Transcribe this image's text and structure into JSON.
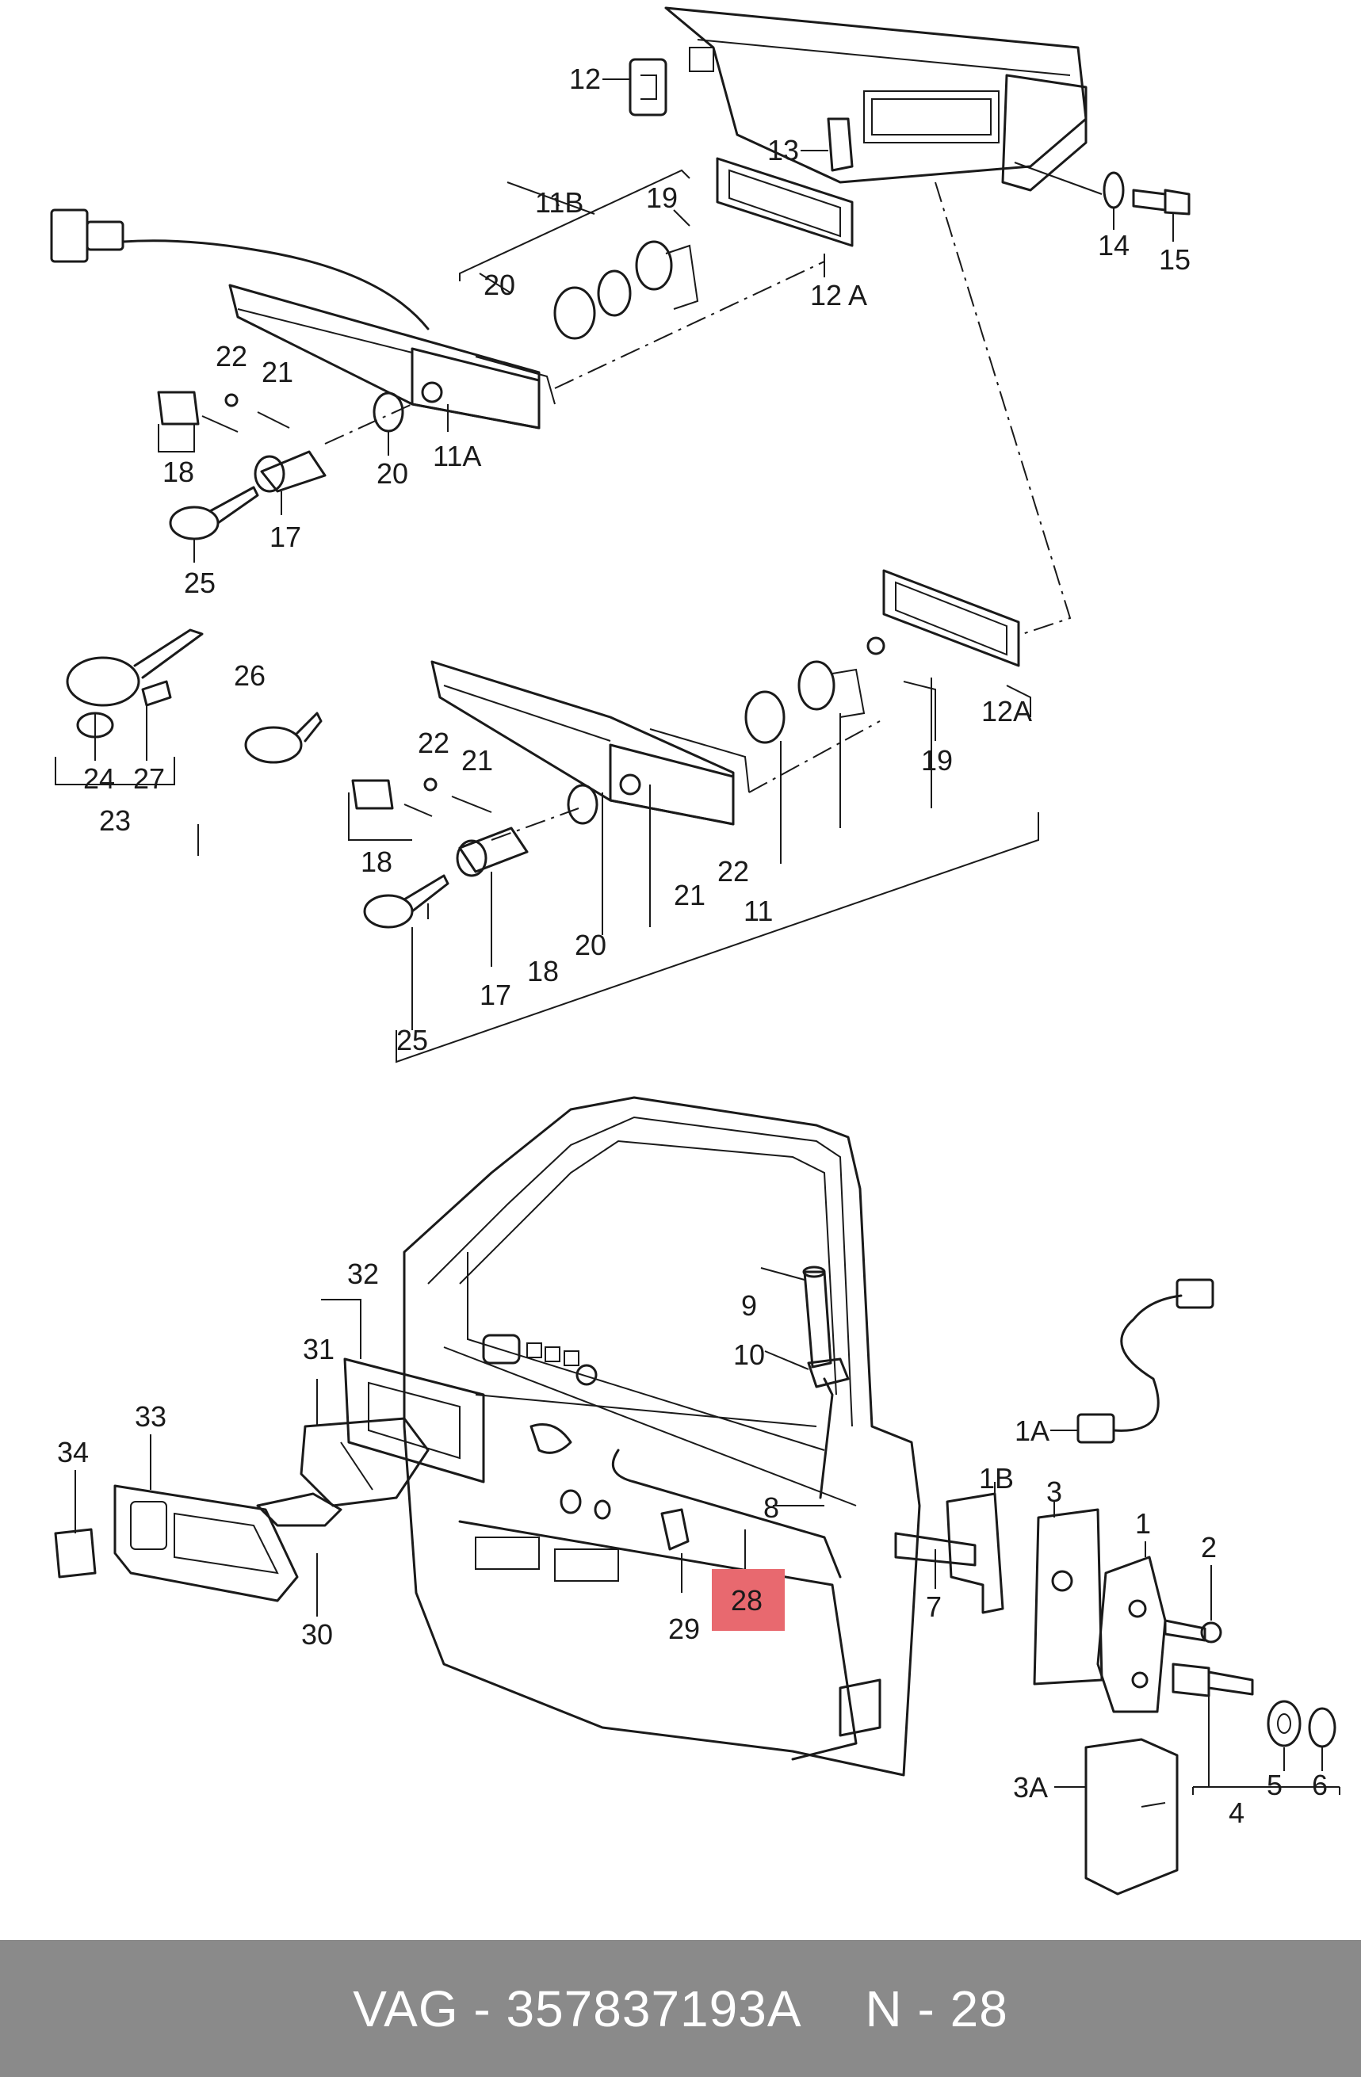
{
  "callouts": {
    "c12": "12",
    "c13": "13",
    "c11B": "11B",
    "c19a": "19",
    "c20a": "20",
    "c12Aa": "12 A",
    "c14": "14",
    "c15": "15",
    "c22a": "22",
    "c21a": "21",
    "c18a": "18",
    "c20b": "20",
    "c11A": "11A",
    "c17a": "17",
    "c25a": "25",
    "c26": "26",
    "c24": "24",
    "c27": "27",
    "c23": "23",
    "c12Ab": "12A",
    "c19b": "19",
    "c22b": "22",
    "c21b": "21",
    "c18b": "18",
    "c21c": "21",
    "c22c": "22",
    "c11": "11",
    "c20c": "20",
    "c17b": "17",
    "c18c": "18",
    "c25b": "25",
    "c32": "32",
    "c31": "31",
    "c33": "33",
    "c34": "34",
    "c30": "30",
    "c9": "9",
    "c10": "10",
    "c8": "8",
    "c29": "29",
    "c28": "28",
    "c1A": "1A",
    "c1B": "1B",
    "c3": "3",
    "c1": "1",
    "c2": "2",
    "c7": "7",
    "c3A": "3A",
    "c5": "5",
    "c6": "6",
    "c4": "4"
  },
  "highlight": {
    "part": "28",
    "color": "#e8696f"
  },
  "footer": {
    "brand": "VAG - 357837193A",
    "page": "N - 28"
  }
}
